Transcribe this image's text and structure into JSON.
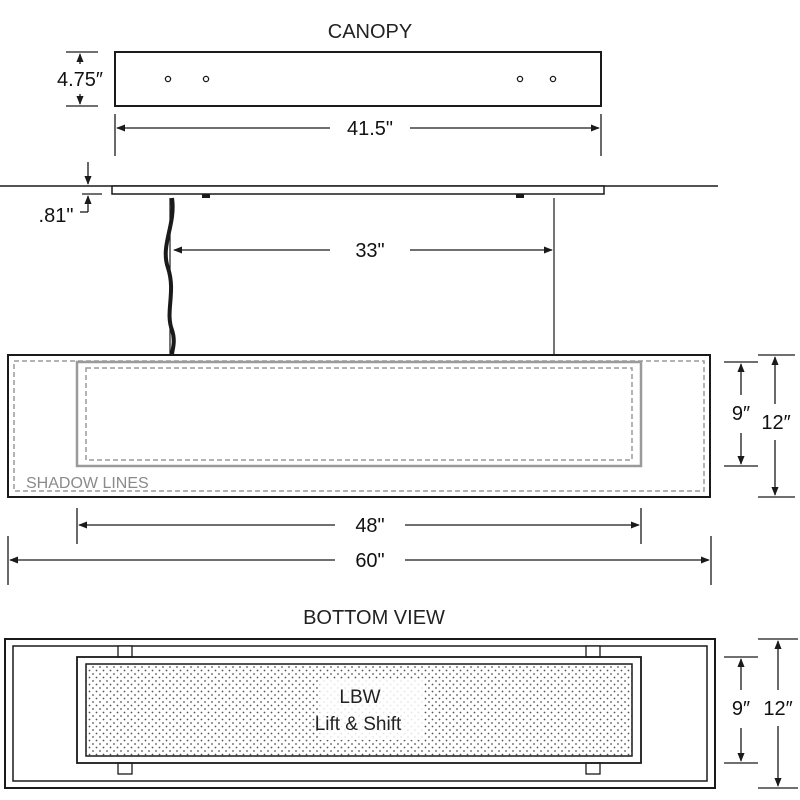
{
  "sections": {
    "canopy_title": "CANOPY",
    "bottom_view_title": "BOTTOM VIEW"
  },
  "canopy": {
    "height": "4.75″",
    "width": "41.5\""
  },
  "ceiling": {
    "offset": ".81\""
  },
  "suspension": {
    "span": "33\""
  },
  "fixture": {
    "shadow_label": "SHADOW LINES",
    "inner_width": "48\"",
    "overall_width": "60\"",
    "inner_height": "9″",
    "overall_height": "12″"
  },
  "bottom_view": {
    "label_line1": "LBW",
    "label_line2": "Lift & Shift",
    "inner_height": "9″",
    "overall_height": "12″"
  },
  "colors": {
    "line": "#1a1a1a",
    "shadow_line": "#9a9a9a",
    "inner_frame": "#9a9a9a",
    "dot_fill": "#555555"
  }
}
